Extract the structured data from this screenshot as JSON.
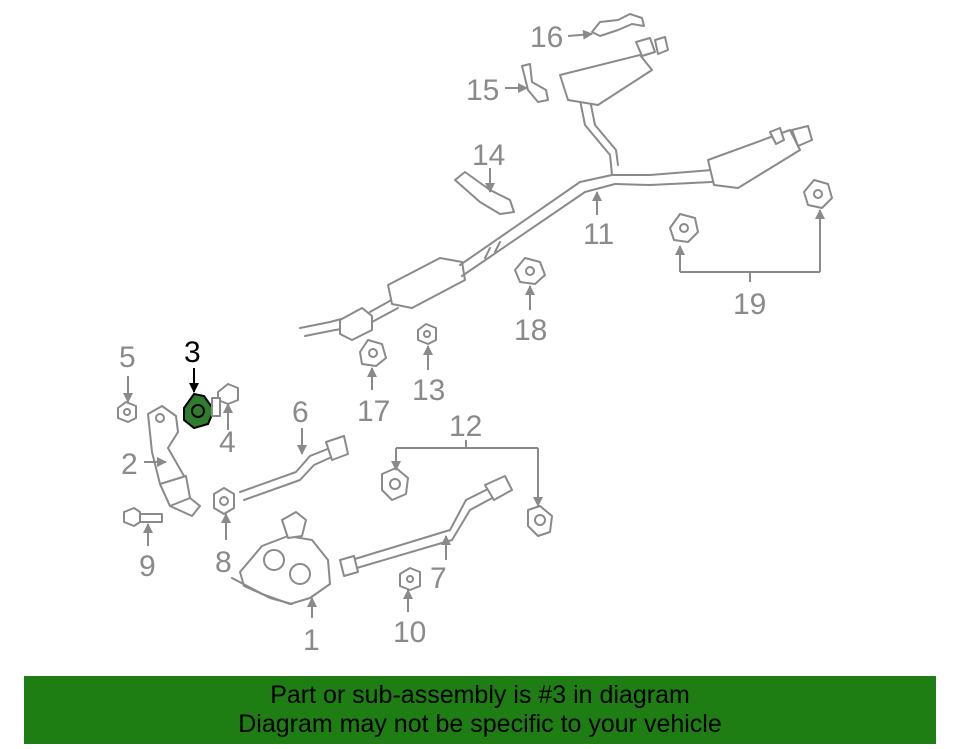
{
  "colors": {
    "banner": "#1e7e14",
    "highlight": "#2e7d2e",
    "line": "#8a8a8a"
  },
  "banner": {
    "line1": "Part or sub-assembly is #3 in diagram",
    "line2": "Diagram may not be specific to your vehicle"
  },
  "labels": {
    "l1": "1",
    "l2": "2",
    "l3": "3",
    "l4": "4",
    "l5": "5",
    "l6": "6",
    "l7": "7",
    "l8": "8",
    "l9": "9",
    "l10": "10",
    "l11": "11",
    "l12": "12",
    "l13": "13",
    "l14": "14",
    "l15": "15",
    "l16": "16",
    "l17": "17",
    "l18": "18",
    "l19": "19"
  }
}
